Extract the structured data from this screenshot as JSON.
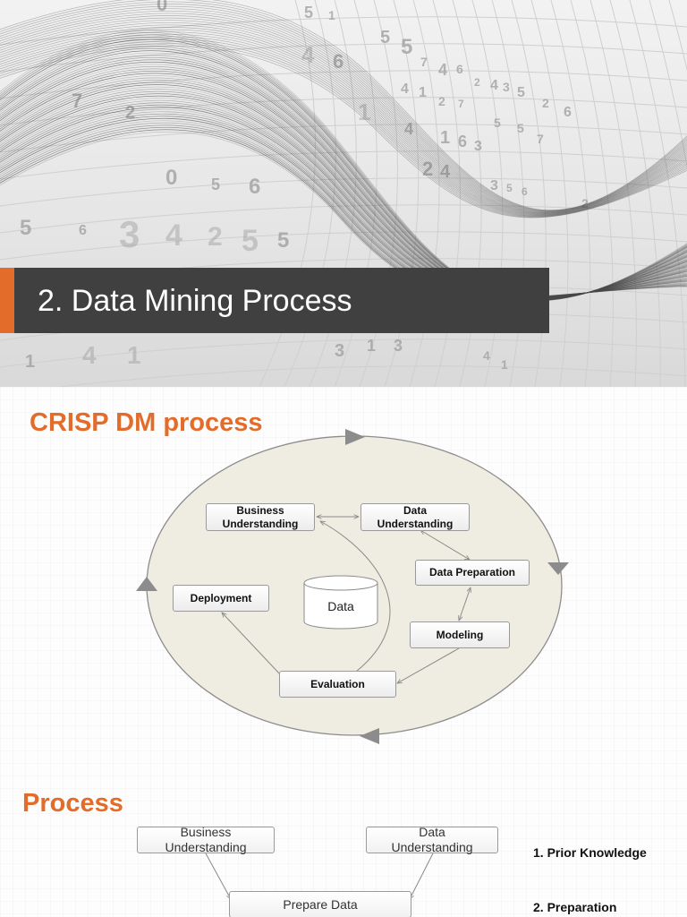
{
  "slide1": {
    "title": "2. Data Mining Process",
    "accent_color": "#e36c2a",
    "band_color": "#404040",
    "bg_digits": [
      "0",
      "5",
      "1",
      "4",
      "6",
      "5",
      "5",
      "7",
      "4",
      "6",
      "2",
      "4",
      "3",
      "5",
      "2",
      "6",
      "4",
      "1",
      "2",
      "7",
      "7",
      "2",
      "1",
      "4",
      "1",
      "6",
      "3",
      "5",
      "5",
      "7",
      "2",
      "4",
      "0",
      "5",
      "6",
      "3",
      "5",
      "6",
      "2",
      "5",
      "6",
      "3",
      "4",
      "2",
      "5",
      "5",
      "1",
      "4",
      "1",
      "3",
      "1",
      "3",
      "4",
      "1"
    ]
  },
  "slide2": {
    "heading": "CRISP DM process",
    "nodes": {
      "business": [
        "Business",
        "Understanding"
      ],
      "data_understanding": [
        "Data",
        "Understanding"
      ],
      "data_preparation": "Data Preparation",
      "deployment": "Deployment",
      "data_store": "Data",
      "modeling": "Modeling",
      "evaluation": "Evaluation"
    },
    "circle_color": "#efece1"
  },
  "slide3": {
    "heading": "Process",
    "nodes": {
      "business": [
        "Business",
        "Understanding"
      ],
      "data_understanding": [
        "Data",
        "Understanding"
      ],
      "prepare": "Prepare Data"
    },
    "labels": [
      "1. Prior Knowledge",
      "2. Preparation"
    ]
  }
}
